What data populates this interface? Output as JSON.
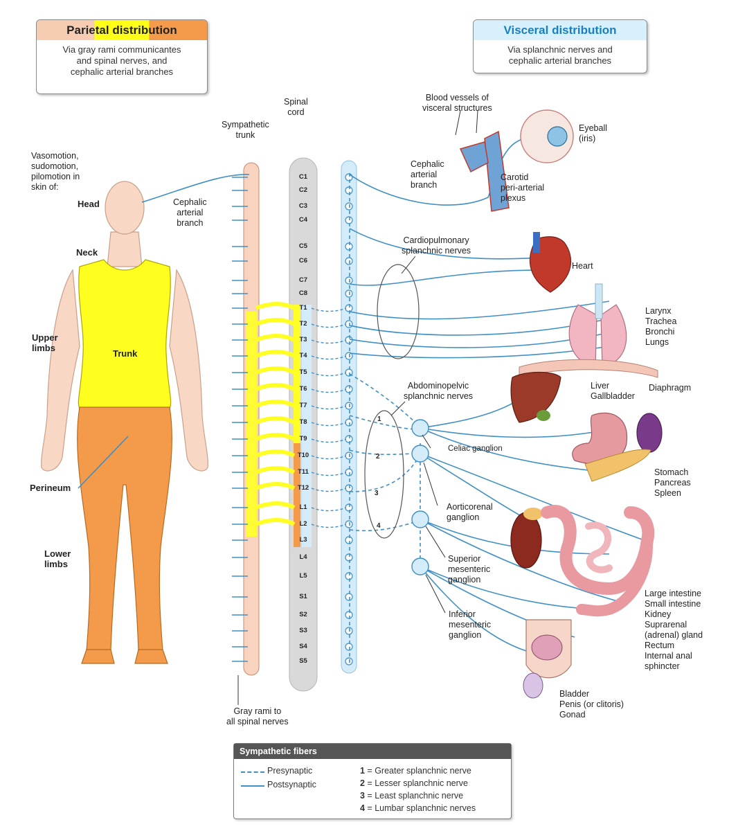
{
  "parietal": {
    "title": "Parietal distribution",
    "lines": [
      "Via gray rami communicantes",
      "and spinal nerves, and",
      "cephalic arterial branches"
    ]
  },
  "visceral": {
    "title": "Visceral distribution",
    "lines": [
      "Via splanchnic nerves and",
      "cephalic arterial branches"
    ]
  },
  "labels": {
    "spinal_cord": [
      "Spinal",
      "cord"
    ],
    "sympathetic_trunk": [
      "Sympathetic",
      "trunk"
    ],
    "vasomotion": [
      "Vasomotion,",
      "sudomotion,",
      "pilomotion in",
      "skin of:"
    ],
    "head": "Head",
    "neck": "Neck",
    "upper_limbs": [
      "Upper",
      "limbs"
    ],
    "trunk": "Trunk",
    "perineum": "Perineum",
    "lower_limbs": [
      "Lower",
      "limbs"
    ],
    "cephalic_left": [
      "Cephalic",
      "arterial",
      "branch"
    ],
    "gray_rami": [
      "Gray rami to",
      "all spinal nerves"
    ],
    "blood_vessels": [
      "Blood vessels of",
      "visceral structures"
    ],
    "cephalic_right": [
      "Cephalic",
      "arterial",
      "branch"
    ],
    "carotid": [
      "Carotid",
      "peri-arterial",
      "plexus"
    ],
    "eyeball": [
      "Eyeball",
      "(iris)"
    ],
    "cardiopulmonary": [
      "Cardiopulmonary",
      "splanchnic nerves"
    ],
    "heart": "Heart",
    "lungs": [
      "Larynx",
      "Trachea",
      "Bronchi",
      "Lungs"
    ],
    "liver": [
      "Liver",
      "Gallbladder"
    ],
    "diaphragm": "Diaphragm",
    "abdominopelvic": [
      "Abdominopelvic",
      "splanchnic nerves"
    ],
    "celiac": "Celiac ganglion",
    "stomach": [
      "Stomach",
      "Pancreas",
      "Spleen"
    ],
    "aorticorenal": [
      "Aorticorenal",
      "ganglion"
    ],
    "superior_mesenteric": [
      "Superior",
      "mesenteric",
      "ganglion"
    ],
    "inferior_mesenteric": [
      "Inferior",
      "mesenteric",
      "ganglion"
    ],
    "intestine": [
      "Large intestine",
      "Small intestine",
      "Kidney",
      "Suprarenal",
      "(adrenal) gland",
      "Rectum",
      "Internal anal",
      "sphincter"
    ],
    "bladder": [
      "Bladder",
      "Penis (or clitoris)",
      "Gonad"
    ],
    "splanchnic_numbers": [
      "1",
      "2",
      "3",
      "4"
    ]
  },
  "segments": [
    "C1",
    "C2",
    "C3",
    "C4",
    "C5",
    "C6",
    "C7",
    "C8",
    "T1",
    "T2",
    "T3",
    "T4",
    "T5",
    "T6",
    "T7",
    "T8",
    "T9",
    "T10",
    "T11",
    "T12",
    "L1",
    "L2",
    "L3",
    "L4",
    "L5",
    "S1",
    "S2",
    "S3",
    "S4",
    "S5"
  ],
  "legend": {
    "title": "Sympathetic fibers",
    "presynaptic": "Presynaptic",
    "postsynaptic": "Postsynaptic",
    "items": [
      {
        "num": "1",
        "text": " = Greater splanchnic nerve"
      },
      {
        "num": "2",
        "text": " = Lesser splanchnic nerve"
      },
      {
        "num": "3",
        "text": " = Least splanchnic nerve"
      },
      {
        "num": "4",
        "text": " = Lumbar splanchnic nerves"
      }
    ]
  },
  "colors": {
    "nerve": "#3e8fc6",
    "trunk_fill": "#f7d3c0",
    "yellow": "#ffff26",
    "orange": "#f39a4b",
    "cord": "#d9d9d9",
    "chain": "#d4ecfa"
  }
}
